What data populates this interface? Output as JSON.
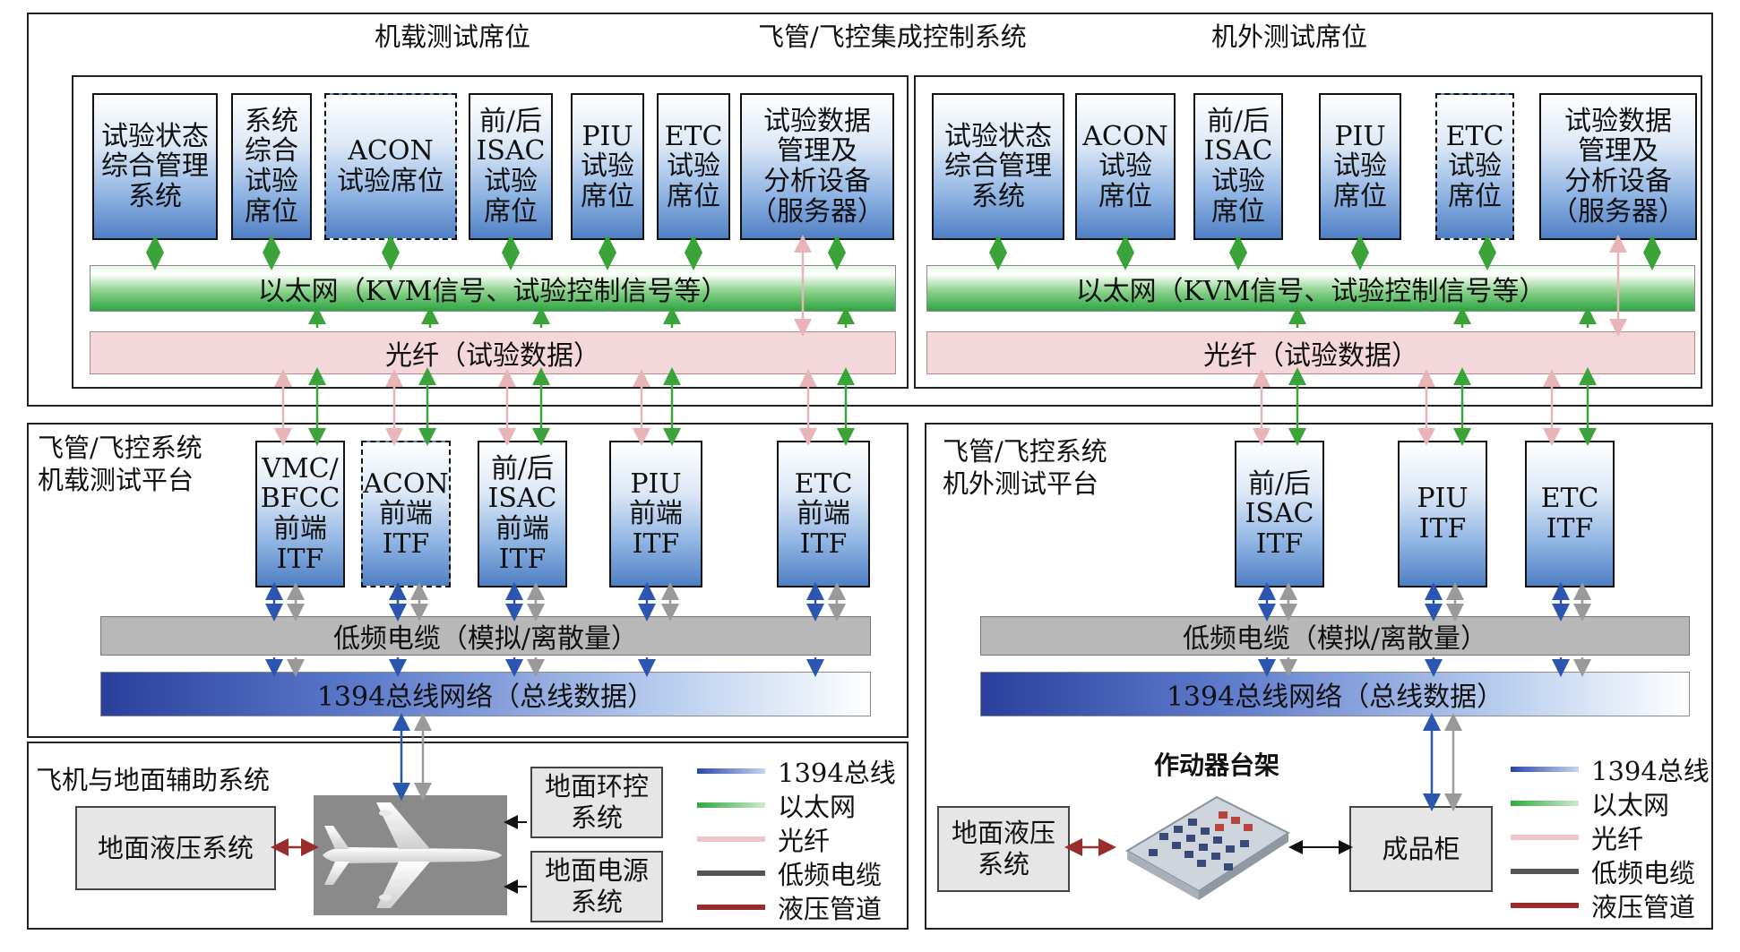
{
  "top": {
    "label_left": "机载测试席位",
    "label_center": "飞管/飞控集成控制系统",
    "label_right": "机外测试席位"
  },
  "onboard_seats": [
    {
      "text": "试验状态\n综合管理\n系统",
      "dashed": false
    },
    {
      "text": "系统\n综合\n试验\n席位",
      "dashed": false
    },
    {
      "text": "ACON\n试验席位",
      "dashed": true
    },
    {
      "text": "前/后\nISAC\n试验\n席位",
      "dashed": false
    },
    {
      "text": "PIU\n试验\n席位",
      "dashed": false
    },
    {
      "text": "ETC\n试验\n席位",
      "dashed": false
    },
    {
      "text": "试验数据\n管理及\n分析设备\n（服务器）",
      "dashed": false
    }
  ],
  "offboard_seats": [
    {
      "text": "试验状态\n综合管理\n系统",
      "dashed": false
    },
    {
      "text": "ACON\n试验\n席位",
      "dashed": false
    },
    {
      "text": "前/后\nISAC\n试验\n席位",
      "dashed": false
    },
    {
      "text": "PIU\n试验\n席位",
      "dashed": false
    },
    {
      "text": "ETC\n试验\n席位",
      "dashed": true
    },
    {
      "text": "试验数据\n管理及\n分析设备\n（服务器）",
      "dashed": false
    }
  ],
  "bars": {
    "ethernet": "以太网（KVM信号、试验控制信号等）",
    "fiber": "光纤（试验数据）",
    "lowfreq": "低频电缆（模拟/离散量）",
    "bus1394": "1394总线网络（总线数据）"
  },
  "onboard_platform": {
    "title": "飞管/飞控系统\n机载测试平台",
    "itfs": [
      {
        "text": "VMC/\nBFCC\n前端\nITF",
        "dashed": false
      },
      {
        "text": "ACON\n前端\nITF",
        "dashed": true
      },
      {
        "text": "前/后\nISAC\n前端\nITF",
        "dashed": false
      },
      {
        "text": "PIU\n前端\nITF",
        "dashed": false
      },
      {
        "text": "ETC\n前端\nITF",
        "dashed": false
      }
    ]
  },
  "offboard_platform": {
    "title": "飞管/飞控系统\n机外测试平台",
    "itfs": [
      {
        "text": "前/后\nISAC\nITF",
        "dashed": false
      },
      {
        "text": "PIU\nITF",
        "dashed": false
      },
      {
        "text": "ETC\nITF",
        "dashed": false
      }
    ]
  },
  "aircraft_section": {
    "title": "飞机与地面辅助系统",
    "hydraulic": "地面液压系统",
    "env_control": "地面环控\n系统",
    "power": "地面电源\n系统"
  },
  "actuator_section": {
    "title": "作动器台架",
    "hydraulic": "地面液压\n系统",
    "cabinet": "成品柜"
  },
  "legend": [
    {
      "label": "1394总线",
      "color": "#2c46a8",
      "fade": true
    },
    {
      "label": "以太网",
      "color": "#2eaa3e",
      "fade": true
    },
    {
      "label": "光纤",
      "color": "#f0c6ca",
      "fade": false
    },
    {
      "label": "低频电缆",
      "color": "#555555",
      "fade": false
    },
    {
      "label": "液压管道",
      "color": "#9b2c2c",
      "fade": false
    }
  ],
  "colors": {
    "ethernet_arrow": "#3aa33a",
    "fiber_arrow": "#e8b4b8",
    "bus_arrow": "#2a56b0",
    "lowfreq_arrow": "#9a9a9a",
    "hydraulic_arrow": "#9b2c2c"
  }
}
